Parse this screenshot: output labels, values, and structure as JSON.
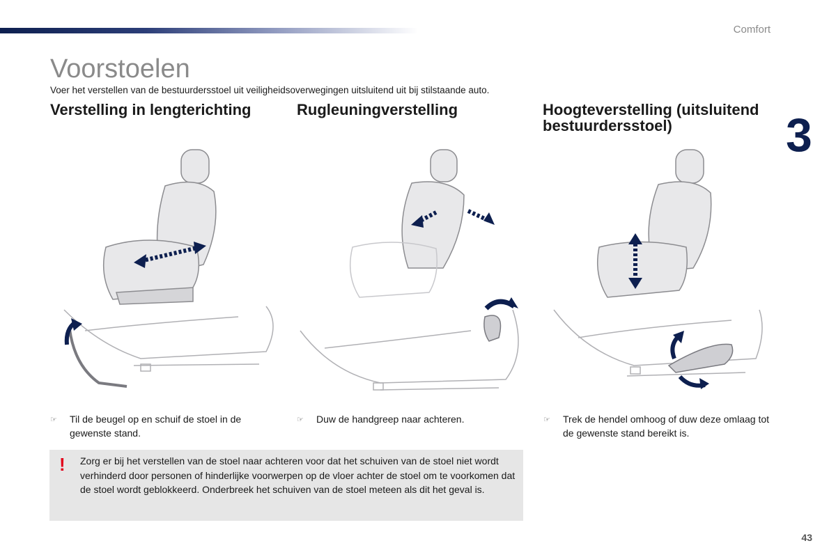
{
  "header": {
    "section": "Comfort",
    "chapter": "3"
  },
  "title": "Voorstoelen",
  "intro": "Voer het verstellen van de bestuurdersstoel uit veiligheidsoverwegingen uitsluitend uit bij stilstaande auto.",
  "columns": [
    {
      "heading": "Verstelling in lengterichting",
      "bullet": "Til de beugel op en schuif de stoel in de gewenste stand."
    },
    {
      "heading": "Rugleuningverstelling",
      "bullet": "Duw de handgreep naar achteren."
    },
    {
      "heading": "Hoogteverstelling (uitsluitend bestuurdersstoel)",
      "bullet": "Trek de hendel omhoog of duw deze omlaag tot de gewenste stand bereikt is."
    }
  ],
  "bullet_mark": "☞",
  "warning": {
    "symbol": "!",
    "text": "Zorg er bij het verstellen van de stoel naar achteren voor dat het schuiven van de stoel niet wordt verhinderd door personen of hinderlijke voorwerpen op de vloer achter de stoel om te voorkomen dat de stoel wordt geblokkeerd. Onderbreek het schuiven van de stoel meteen als dit het geval is."
  },
  "page_number": "43",
  "colors": {
    "accent": "#0d1f4f",
    "warning": "#e2001a",
    "title_gray": "#8a8a8a",
    "warning_bg": "#e6e6e6"
  }
}
